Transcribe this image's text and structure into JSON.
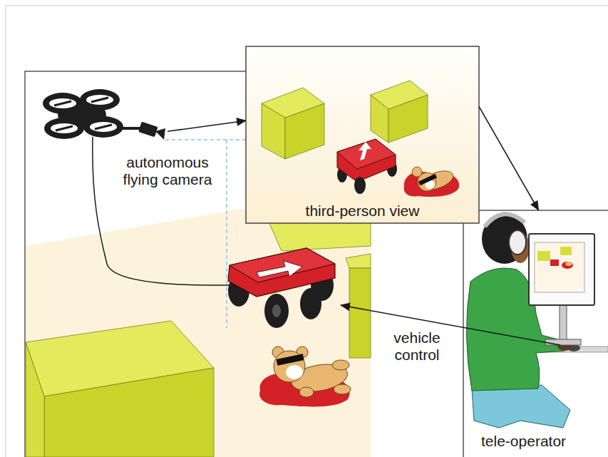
{
  "diagram": {
    "nodes": [
      {
        "text": [
          "autonomous flying camera"
        ]
      },
      {
        "text": [
          "third-person view"
        ]
      },
      {
        "text": [
          "tele-operator"
        ]
      }
    ],
    "edges": [
      {
        "from": 0,
        "to": 1,
        "arrow": "to"
      },
      {
        "from": 1,
        "to": 2,
        "arrow": "to"
      }
    ],
    "labels": [
      "vehicle control"
    ]
  }
}
